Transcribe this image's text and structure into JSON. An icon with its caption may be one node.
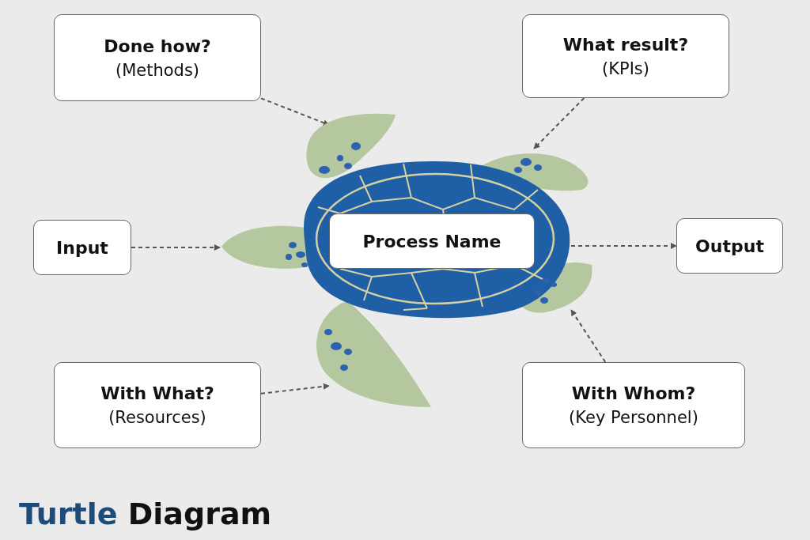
{
  "diagram": {
    "title": "Turtle Diagram",
    "nodes": [
      {
        "text": [
          "Done how?",
          "(Methods)"
        ]
      },
      {
        "text": [
          "What result?",
          "(KPIs)"
        ]
      },
      {
        "text": [],
        "shape": "picture"
      },
      {
        "text": [
          "Process Name"
        ],
        "in": 2
      },
      {
        "text": [
          "Input"
        ]
      },
      {
        "text": [
          "Output"
        ]
      },
      {
        "text": [
          "With What?",
          "(Resources)"
        ]
      },
      {
        "text": [
          "With Whom?",
          "(Key Personnel)"
        ]
      }
    ],
    "edges": [
      {
        "from": 0,
        "to": 2,
        "arrow": "to",
        "style": "dashed"
      },
      {
        "from": 1,
        "to": 2,
        "arrow": "to",
        "style": "dashed"
      },
      {
        "from": 4,
        "to": 2,
        "arrow": "to",
        "style": "dashed"
      },
      {
        "from": 2,
        "to": 5,
        "arrow": "to",
        "style": "dashed"
      },
      {
        "from": 6,
        "to": 2,
        "arrow": "to",
        "style": "dashed"
      },
      {
        "from": 7,
        "to": 2,
        "arrow": "to",
        "style": "dashed"
      }
    ]
  }
}
